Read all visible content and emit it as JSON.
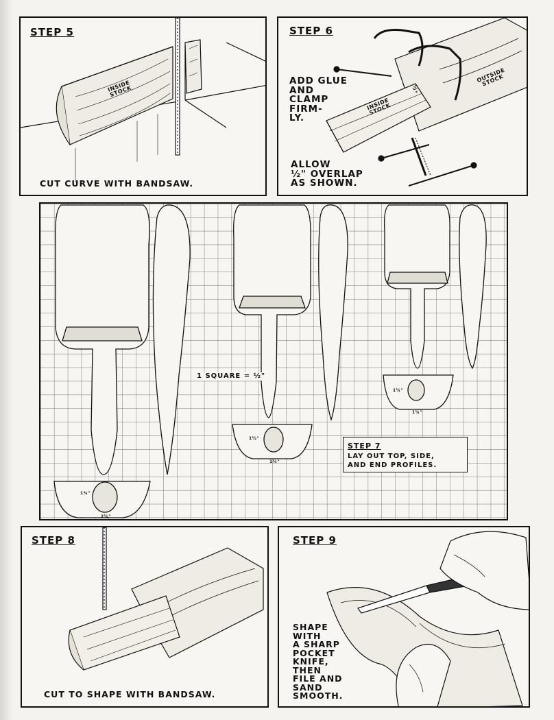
{
  "step5": {
    "title": "STEP 5",
    "stock_label_1": "INSIDE",
    "stock_label_2": "STOCK",
    "caption": "CUT CURVE WITH BANDSAW."
  },
  "step6": {
    "title": "STEP 6",
    "instruction": "ADD GLUE\nAND\nCLAMP\nFIRM-\nLY.",
    "note": "ALLOW\n½\" OVERLAP\nAS SHOWN.",
    "inside_1": "INSIDE",
    "inside_2": "STOCK",
    "outside_1": "OUTSIDE",
    "outside_2": "STOCK",
    "overlap": "½\""
  },
  "step7": {
    "scale_note": "1 SQUARE = ½\"",
    "title": "STEP 7",
    "caption_1": "LAY OUT TOP, SIDE,",
    "caption_2": "AND END PROFILES.",
    "dim_large_h": "1¾\"",
    "dim_large_w": "2¼\"",
    "dim_mid_h": "1½\"",
    "dim_mid_w": "1¾\"",
    "dim_small_h": "1¼\"",
    "dim_small_w": "1¼\""
  },
  "step8": {
    "title": "STEP 8",
    "caption": "CUT TO SHAPE WITH BANDSAW."
  },
  "step9": {
    "title": "STEP 9",
    "instruction": "SHAPE\nWITH\nA SHARP\nPOCKET\nKNIFE,\nTHEN\nFILE AND\nSAND\nSMOOTH."
  }
}
